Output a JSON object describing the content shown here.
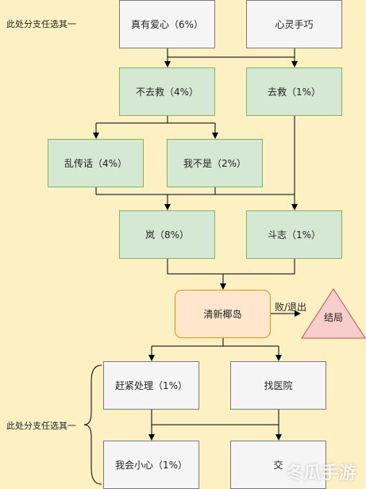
{
  "notes": {
    "top": "此处分支任选其一",
    "bottom": "此处分支任选其一"
  },
  "nodes": {
    "zhenyouaixin": "真有爱心（6%）",
    "xinlingshouqiao": "心灵手巧",
    "buqujiu": "不去救（4%）",
    "qujiu": "去救（1%）",
    "luanchuanhua": "乱传话（4%）",
    "wobushi": "我不是（2%）",
    "lan": "岚（8%）",
    "douzhi": "斗志（1%）",
    "qingxinyedao": "清新椰岛",
    "jieju": "结局",
    "ganjinchuli": "赶紧处理（1%）",
    "zhaoyiyuan": "找医院",
    "wohuixiaoxin": "我会小心（1%）",
    "jiao": "交"
  },
  "edge_labels": {
    "bai_tuichu": "败/退出"
  },
  "watermark": "冬瓜手游"
}
